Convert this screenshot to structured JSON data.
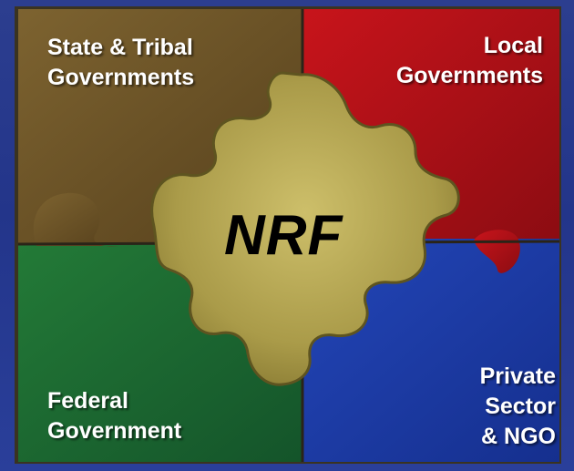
{
  "diagram": {
    "center": {
      "label": "NRF",
      "color": "#b7a955"
    },
    "pieces": [
      {
        "id": "state-tribal",
        "lines": [
          "State & Tribal",
          "Governments"
        ],
        "color": "#6d5428"
      },
      {
        "id": "local",
        "lines": [
          "Local",
          "Governments"
        ],
        "color": "#b3161c"
      },
      {
        "id": "federal",
        "lines": [
          "Federal",
          "Government"
        ],
        "color": "#1e6a31"
      },
      {
        "id": "private",
        "lines": [
          "Private",
          "Sector",
          "& NGO"
        ],
        "color": "#1c3ea3"
      }
    ],
    "background_color": "#25388b"
  }
}
